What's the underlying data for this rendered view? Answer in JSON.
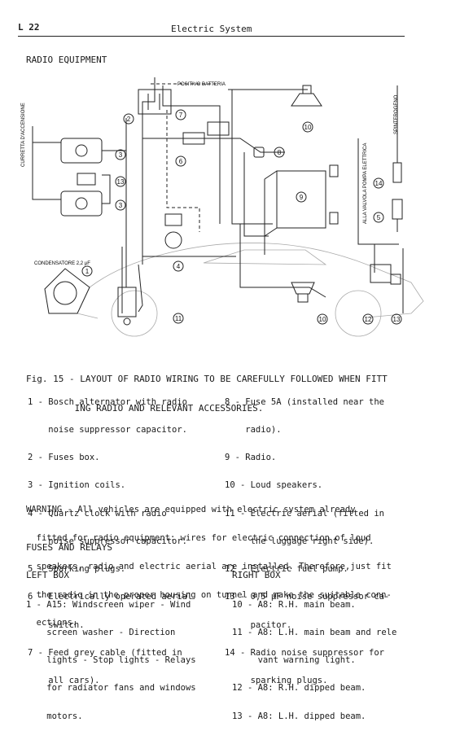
{
  "header": {
    "page_code": "L 22",
    "title": "Electric System"
  },
  "section_radio": "RADIO EQUIPMENT",
  "diagram": {
    "label_positive": "POSITIVO BATTERIA",
    "label_coil": "CURRETTA D'ACCENSIONE",
    "label_condenser": "CONDENSATORE 2,2 μF",
    "label_spinterogeno": "SPINTEROGENO",
    "label_pump": "ALLA VALVOLA POMPA ELETTRICA",
    "callouts": [
      "1",
      "2",
      "3",
      "3",
      "4",
      "5",
      "6",
      "7",
      "8",
      "9",
      "10",
      "10",
      "11",
      "12",
      "13",
      "13",
      "14"
    ]
  },
  "caption": {
    "line1": "Fig. 15 - LAYOUT OF RADIO WIRING TO BE CAREFULLY FOLLOWED WHEN FITT",
    "line2": "         ING RADIO AND RELEVANT ACCESSORIES."
  },
  "legend_left": [
    "1 - Bosch alternator with radio",
    "    noise suppressor capacitor.",
    "2 - Fuses box.",
    "3 - Ignition coils.",
    "4 - Quartz clock with radio",
    "    noise suppressor capacitor.",
    "5 - Sparking plugs.",
    "6 - Electrically operated aerial",
    "    switch.",
    "7 - Feed grey cable (fitted in",
    "    all cars)."
  ],
  "legend_right": [
    "8 - Fuse 5A (installed near the",
    "    radio).",
    "9 - Radio.",
    "10 - Loud speakers.",
    "11 - Electric aerial (fitted in",
    "     the luggage right side).",
    "12 - Electric fuel pump.",
    "13 - 0,5 μF noise suppressor ca-",
    "     pacitor.",
    "14 - Radio noise suppressor for",
    "     sparking plugs."
  ],
  "warning": [
    "WARNING - All vehicles are equipped with electric system already",
    "  fitted for radio equipment: wires for electric connection of loud",
    "  speakers, radio and electric aerial are installed. Therefore,just fit",
    "  the radio in the proper housing on tunnel and make the suitable conn-",
    "  ections."
  ],
  "section_fuses": "FUSES AND RELAYS",
  "left_box": {
    "title": "LEFT BOX",
    "lines": [
      "1 - A15: Windscreen wiper - Wind",
      "    screen washer - Direction",
      "    lights - Stop lights - Relays",
      "    for radiator fans and windows",
      "    motors."
    ]
  },
  "right_box": {
    "title": "RIGHT BOX",
    "lines": [
      "10 - A8: R.H. main beam.",
      "11 - A8: L.H. main beam and rele",
      "     vant warning light.",
      "12 - A8: R.H. dipped beam.",
      "13 - A8: L.H. dipped beam."
    ]
  }
}
